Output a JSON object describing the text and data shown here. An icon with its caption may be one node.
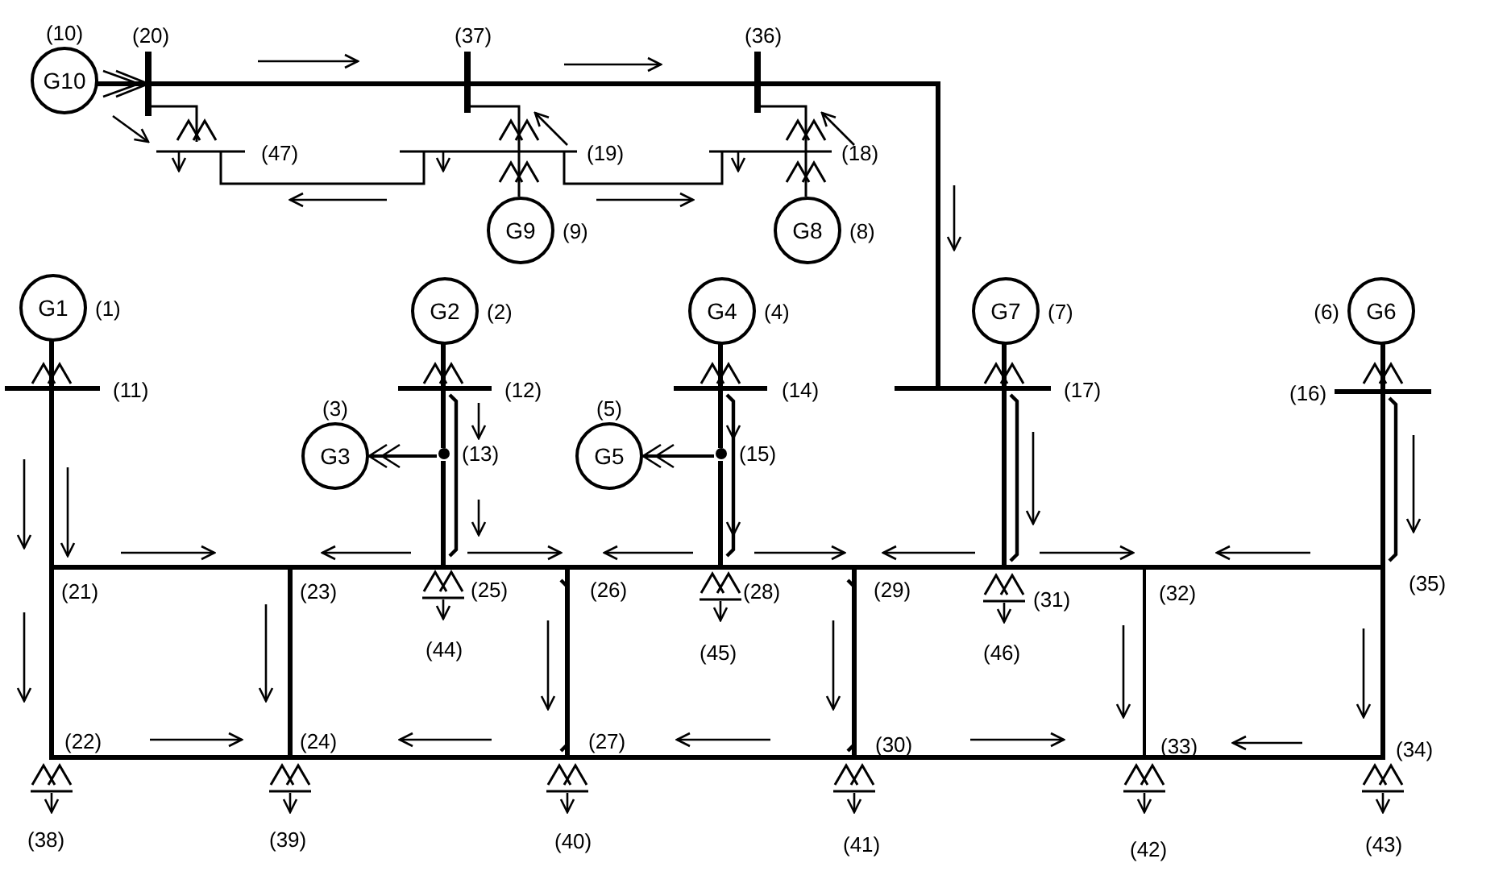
{
  "diagram": {
    "nodes": [
      {
        "text": [
          "G10"
        ],
        "beside": [
          "(10)"
        ]
      },
      {
        "text": [
          "G9"
        ],
        "beside": [
          "(9)"
        ]
      },
      {
        "text": [
          "G8"
        ],
        "beside": [
          "(8)"
        ]
      },
      {
        "text": [
          "G1"
        ],
        "beside": [
          "(1)"
        ]
      },
      {
        "text": [
          "G2"
        ],
        "beside": [
          "(2)"
        ]
      },
      {
        "text": [
          "G4"
        ],
        "beside": [
          "(4)"
        ]
      },
      {
        "text": [
          "G7"
        ],
        "beside": [
          "(7)"
        ]
      },
      {
        "text": [
          "G6"
        ],
        "beside": [
          "(6)"
        ]
      },
      {
        "text": [
          "G3"
        ],
        "beside": [
          "(3)"
        ]
      },
      {
        "text": [
          "G5"
        ],
        "beside": [
          "(5)"
        ]
      },
      {
        "text": [],
        "shape": "circle",
        "beside": [
          "(13)"
        ]
      },
      {
        "text": [],
        "shape": "circle",
        "beside": [
          "(15)"
        ]
      }
    ],
    "edges": [
      {
        "from": 10,
        "to": 8,
        "arrow": "to"
      },
      {
        "from": 11,
        "to": 9,
        "arrow": "to"
      },
      {
        "from": 4,
        "to": 10,
        "arrow": "none"
      },
      {
        "from": 5,
        "to": 11,
        "arrow": "none"
      }
    ],
    "labels": [
      "(20)",
      "(37)",
      "(36)",
      "(47)",
      "(19)",
      "(18)",
      "(11)",
      "(12)",
      "(14)",
      "(17)",
      "(16)",
      "(21)",
      "(23)",
      "(25)",
      "(26)",
      "(28)",
      "(29)",
      "(31)",
      "(32)",
      "(35)",
      "(44)",
      "(45)",
      "(46)",
      "(22)",
      "(24)",
      "(27)",
      "(30)",
      "(33)",
      "(34)",
      "(38)",
      "(39)",
      "(40)",
      "(41)",
      "(42)",
      "(43)"
    ]
  }
}
